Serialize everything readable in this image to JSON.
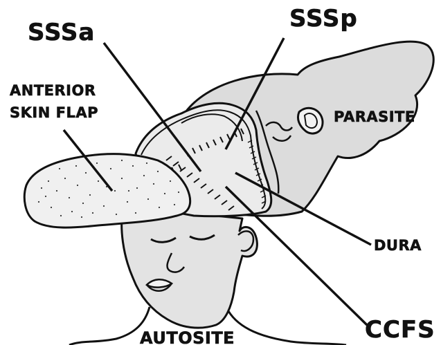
{
  "labels": {
    "sssa": "SSSa",
    "sssp": "SSSp",
    "anterior_line1": "ANTERIOR",
    "anterior_line2": "SKIN FLAP",
    "parasite": "PARASITE",
    "dura": "DURA",
    "ccfs": "CCFS",
    "autosite": "AUTOSITE"
  },
  "colors": {
    "ink": "#111111",
    "parasite_fill": "#dcdcdc",
    "head_fill": "#e3e3e3",
    "skull_fill": "#ebebeb",
    "flap_fill": "#f0f0f0",
    "background": "#ffffff"
  }
}
